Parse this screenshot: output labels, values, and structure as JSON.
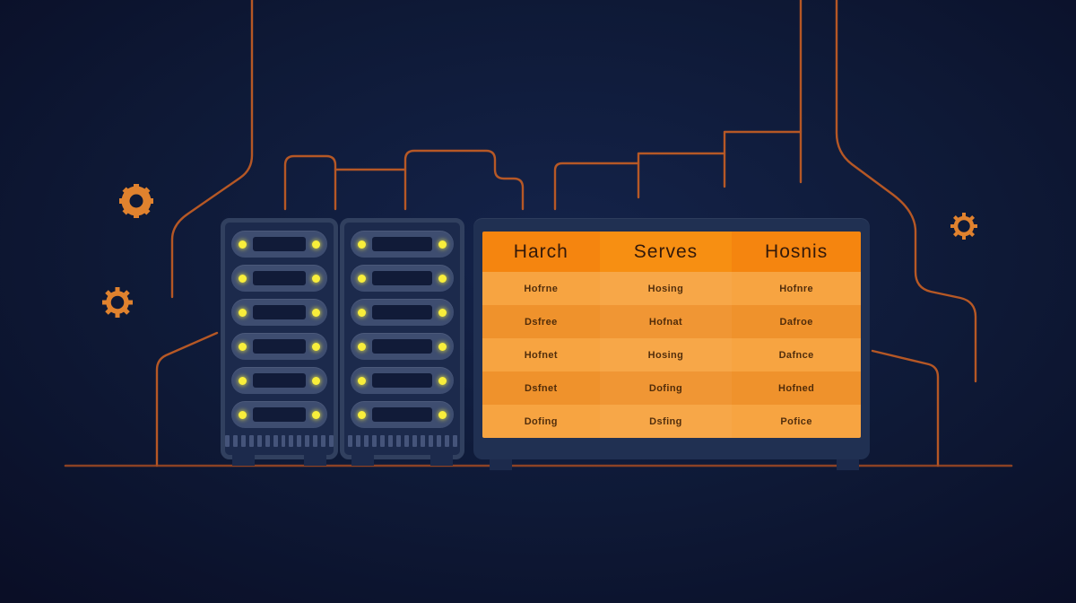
{
  "table": {
    "columns": [
      "Harch",
      "Serves",
      "Hosnis"
    ],
    "rows": [
      [
        "Hofrne",
        "Hosing",
        "Hofnre"
      ],
      [
        "Dsfree",
        "Hofnat",
        "Dafroe"
      ],
      [
        "Hofnet",
        "Hosing",
        "Dafnce"
      ],
      [
        "Dsfnet",
        "Dofing",
        "Hofned"
      ],
      [
        "Dofing",
        "Dsfing",
        "Pofice"
      ]
    ]
  },
  "racks": {
    "count": 2,
    "units_per_rack": 6,
    "leds_per_unit": 2,
    "vent_slats": 14
  },
  "icons": {
    "gear_count": 3,
    "gear_name": "gear-icon"
  },
  "colors": {
    "bg-center": "#14234a",
    "bg-mid": "#0e1936",
    "bg-edge": "#0a0e26",
    "panel": "#203052",
    "rack-bg": "#1c2a4c",
    "rack-border": "#31405f",
    "unit": "#3e4d70",
    "slot": "#111b38",
    "slat": "#45547a",
    "led": "#f8ee3b",
    "accent": "#c45d24",
    "ground": "#a34a22",
    "gear": "#e0822e",
    "hdr": "#f5850f",
    "hdr-mid": "#f78f12",
    "row-light": "#f7a441",
    "row-dark": "#ef922c",
    "head-text": "#33190a",
    "cell-text": "#3a1d05"
  }
}
